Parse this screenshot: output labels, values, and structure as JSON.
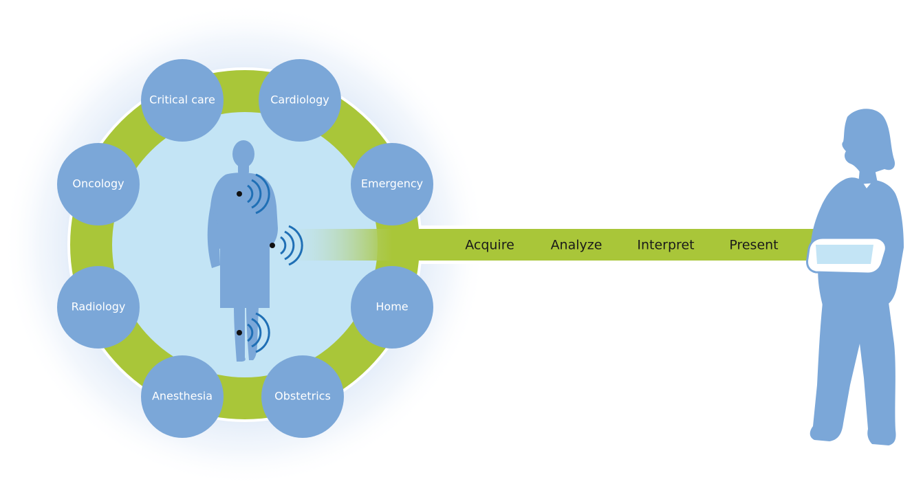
{
  "diagram": {
    "specialties": [
      {
        "label": "Critical care"
      },
      {
        "label": "Cardiology"
      },
      {
        "label": "Oncology"
      },
      {
        "label": "Emergency"
      },
      {
        "label": "Radiology"
      },
      {
        "label": "Home"
      },
      {
        "label": "Anesthesia"
      },
      {
        "label": "Obstetrics"
      }
    ],
    "steps": [
      {
        "label": "Acquire"
      },
      {
        "label": "Analyze"
      },
      {
        "label": "Interpret"
      },
      {
        "label": "Present"
      }
    ],
    "icons": {
      "patient": "patient-silhouette-icon",
      "sensor": "wireless-sensor-icon",
      "clinician": "clinician-silhouette-icon",
      "tablet": "tablet-icon"
    },
    "colors": {
      "node": "#7ba7d8",
      "ring": "#a9c639",
      "inner": "#c3e4f5",
      "halo": "#a8c4e8",
      "silhouette": "#7ba7d8",
      "signal": "#1f6fb5"
    }
  }
}
